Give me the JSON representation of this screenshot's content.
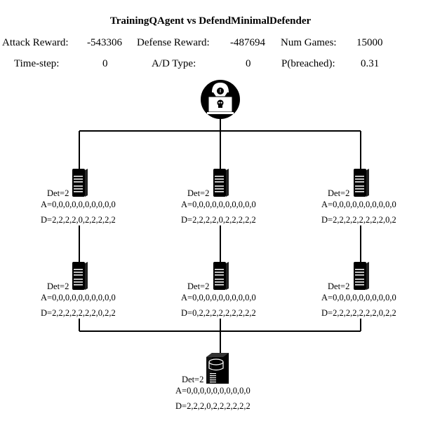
{
  "title": "TrainingQAgent vs DefendMinimalDefender",
  "stats": {
    "attack_reward_label": "Attack Reward:",
    "attack_reward": "-543306",
    "defense_reward_label": "Defense Reward:",
    "defense_reward": "-487694",
    "num_games_label": "Num Games:",
    "num_games": "15000",
    "time_step_label": "Time-step:",
    "time_step": "0",
    "ad_type_label": "A/D Type:",
    "ad_type": "0",
    "p_breached_label": "P(breached):",
    "p_breached": "0.31"
  },
  "attacker": {
    "icon": "hacker-icon"
  },
  "nodes": [
    {
      "id": "server-1-1",
      "icon": "server-icon",
      "det": "Det=2",
      "a": "A=0,0,0,0,0,0,0,0,0,0",
      "d": "D=2,2,2,2,0,2,2,2,2,2"
    },
    {
      "id": "server-1-2",
      "icon": "server-icon",
      "det": "Det=2",
      "a": "A=0,0,0,0,0,0,0,0,0,0",
      "d": "D=2,2,2,2,0,2,2,2,2,2"
    },
    {
      "id": "server-1-3",
      "icon": "server-icon",
      "det": "Det=2",
      "a": "A=0,0,0,0,0,0,0,0,0,0",
      "d": "D=2,2,2,2,2,2,2,2,0,2"
    },
    {
      "id": "server-2-1",
      "icon": "server-icon",
      "det": "Det=2",
      "a": "A=0,0,0,0,0,0,0,0,0,0",
      "d": "D=2,2,2,2,2,2,2,0,2,2"
    },
    {
      "id": "server-2-2",
      "icon": "server-icon",
      "det": "Det=2",
      "a": "A=0,0,0,0,0,0,0,0,0,0",
      "d": "D=0,2,2,2,2,2,2,2,2,2"
    },
    {
      "id": "server-2-3",
      "icon": "server-icon",
      "det": "Det=2",
      "a": "A=0,0,0,0,0,0,0,0,0,0",
      "d": "D=2,2,2,2,2,2,2,0,2,2"
    },
    {
      "id": "data-node",
      "icon": "database-server-icon",
      "det": "Det=2",
      "a": "A=0,0,0,0,0,0,0,0,0,0",
      "d": "D=2,2,2,0,2,2,2,2,2,2"
    }
  ]
}
